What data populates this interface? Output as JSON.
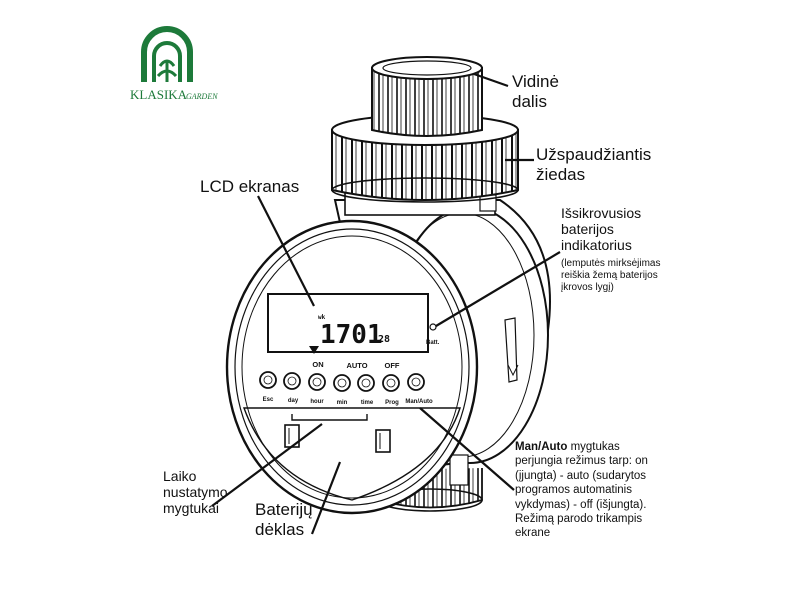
{
  "logo": {
    "brand": "KLASIKA",
    "sub": "GARDEN",
    "color": "#1d7a3a"
  },
  "labels": {
    "inner_part": [
      "Vidinė",
      "dalis"
    ],
    "clamp_ring": [
      "Užspaudžiantis",
      "žiedas"
    ],
    "lcd_screen": "LCD ekranas",
    "battery_indicator": [
      "Išsikrovusios",
      "baterijos",
      "indikatorius"
    ],
    "battery_indicator_note": [
      "(lemputės mirksėjimas",
      "reiškia žemą baterijos",
      "įkrovos lygį)"
    ],
    "man_auto_title": "Man/Auto",
    "man_auto_title_rest": " mygtukas",
    "man_auto_desc": [
      "perjungia režimus tarp: on",
      "(įjungta) - auto (sudarytos",
      "programos automatinis",
      "vykdymas) - off (išjungta).",
      "Režimą parodo trikampis",
      "ekrane"
    ],
    "time_buttons": [
      "Laiko",
      "nustatymo",
      "mygtukai"
    ],
    "battery_case": [
      "Baterijų",
      "dėklas"
    ]
  },
  "device": {
    "lcd_main": "1701",
    "lcd_small": "28",
    "lcd_wk": "wk",
    "batt": "Batt.",
    "modes": [
      "ON",
      "AUTO",
      "OFF"
    ],
    "buttons": [
      "Esc",
      "day",
      "hour",
      "min",
      "time",
      "Prog",
      "Man/Auto"
    ]
  }
}
